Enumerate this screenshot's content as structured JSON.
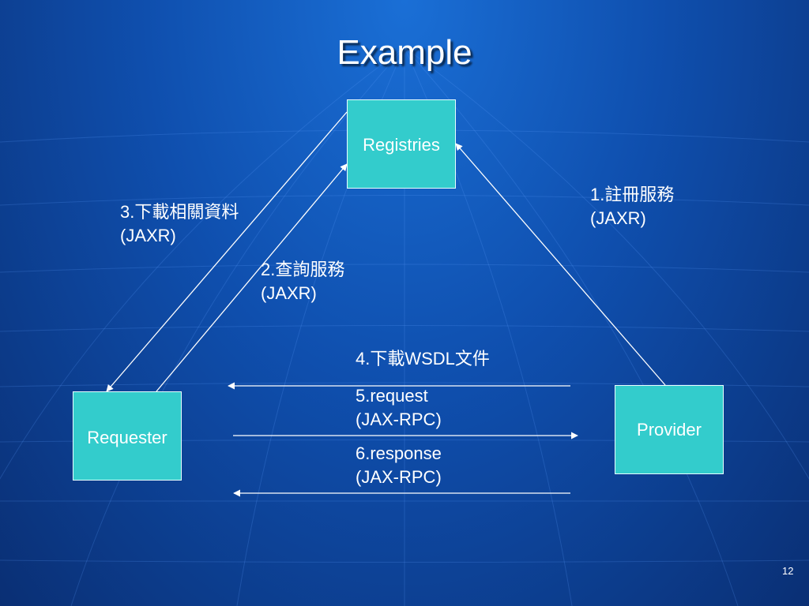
{
  "slide": {
    "title": "Example",
    "page_number": "12"
  },
  "nodes": {
    "registries": "Registries",
    "requester": "Requester",
    "provider": "Provider"
  },
  "edges": [
    {
      "from": "provider",
      "to": "registries",
      "label": "1.註冊服務",
      "protocol": "(JAXR)"
    },
    {
      "from": "requester",
      "to": "registries",
      "label": "2.查詢服務",
      "protocol": "(JAXR)"
    },
    {
      "from": "registries",
      "to": "requester",
      "label": "3.下載相關資料",
      "protocol": "(JAXR)"
    },
    {
      "from": "provider",
      "to": "requester",
      "label": "4.下載WSDL文件",
      "protocol": ""
    },
    {
      "from": "requester",
      "to": "provider",
      "label": "5.request",
      "protocol": "(JAX-RPC)"
    },
    {
      "from": "provider",
      "to": "requester",
      "label": "6.response",
      "protocol": "(JAX-RPC)"
    }
  ],
  "colors": {
    "node_fill": "#33cccc",
    "arrow": "#ffffff",
    "background": "#0f4fae"
  }
}
